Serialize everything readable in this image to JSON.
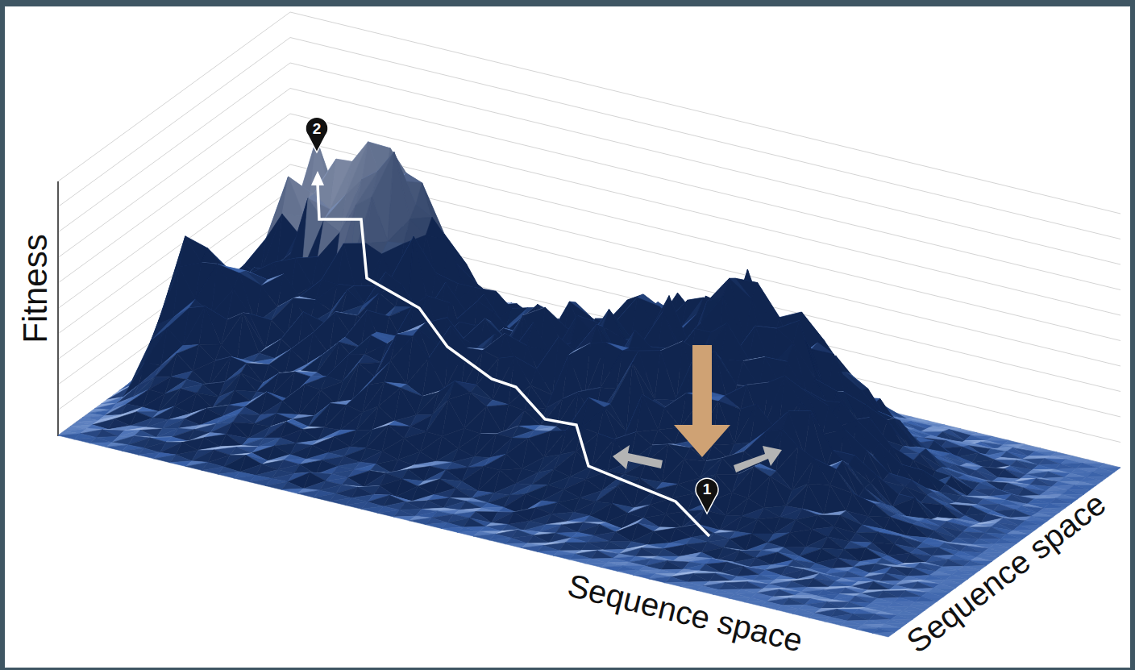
{
  "diagram": {
    "labels": [
      "2",
      "Fitness",
      "1",
      "Sequence space",
      "Sequence space"
    ]
  }
}
